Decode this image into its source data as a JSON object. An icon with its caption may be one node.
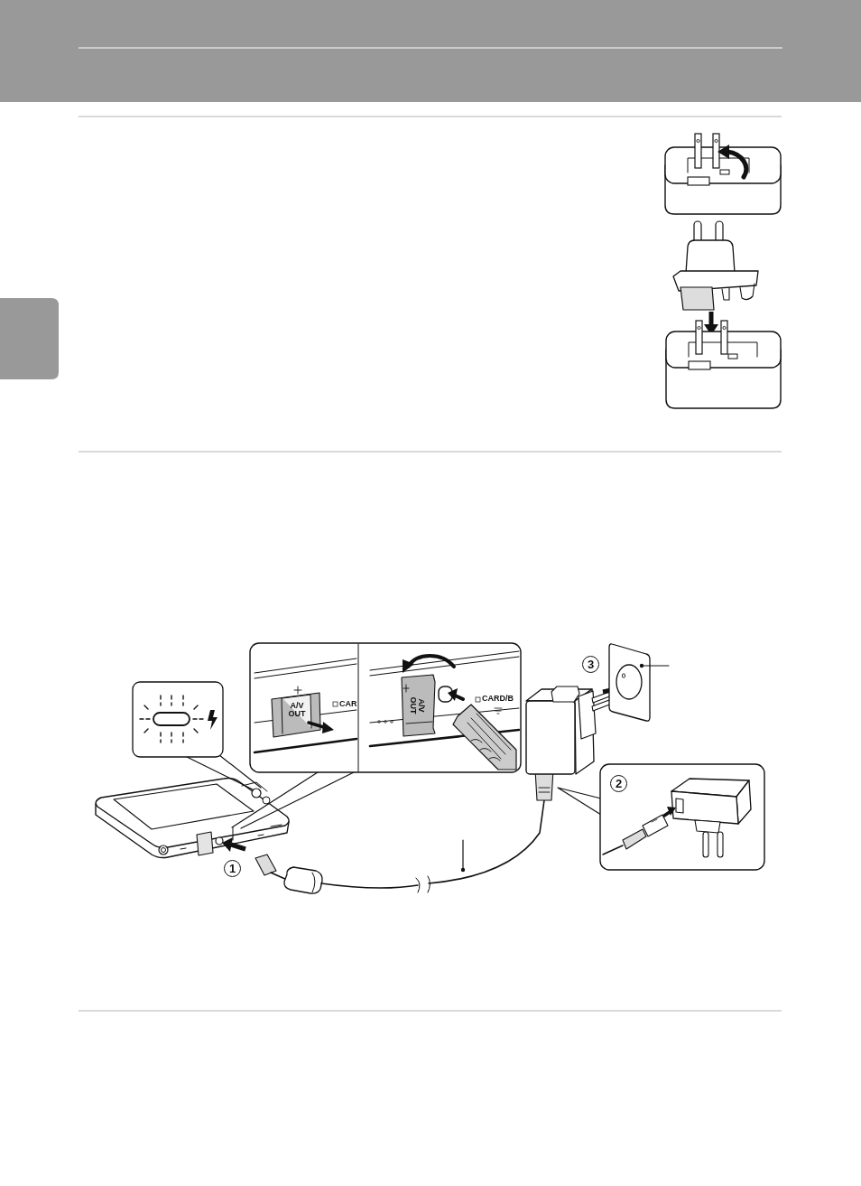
{
  "diagram": {
    "nodes": [
      {
        "text": [],
        "shape": "box"
      }
    ],
    "labels": [
      "3",
      "A/V OUT",
      "CAR",
      "A/V OUT",
      "CARD/B",
      "2",
      "1"
    ]
  }
}
